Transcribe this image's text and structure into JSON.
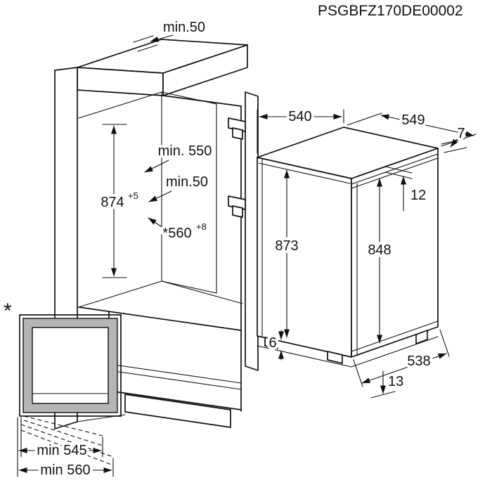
{
  "document": {
    "part_number": "PSGBFZ170DE00002"
  },
  "labels": {
    "top_clearance": "min.50",
    "appliance_width": "540",
    "appliance_depth_total": "549",
    "top_gap": "7",
    "niche_depth": "min. 550",
    "rear_clearance": "min.50",
    "niche_height": "874",
    "niche_height_tolerance": "+5",
    "door_top_offset": "12",
    "appliance_height": "873",
    "door_height": "848",
    "niche_width": "*560",
    "niche_width_tolerance": "+8",
    "bottom_gap": "6",
    "appliance_depth": "538",
    "bottom_offset": "13",
    "footnote_marker": "*",
    "inset_width_inner": "min 545",
    "inset_width_outer": "min 560"
  },
  "colors": {
    "line": "#111111",
    "panel_gray": "#b5b5b5",
    "background": "#ffffff"
  }
}
